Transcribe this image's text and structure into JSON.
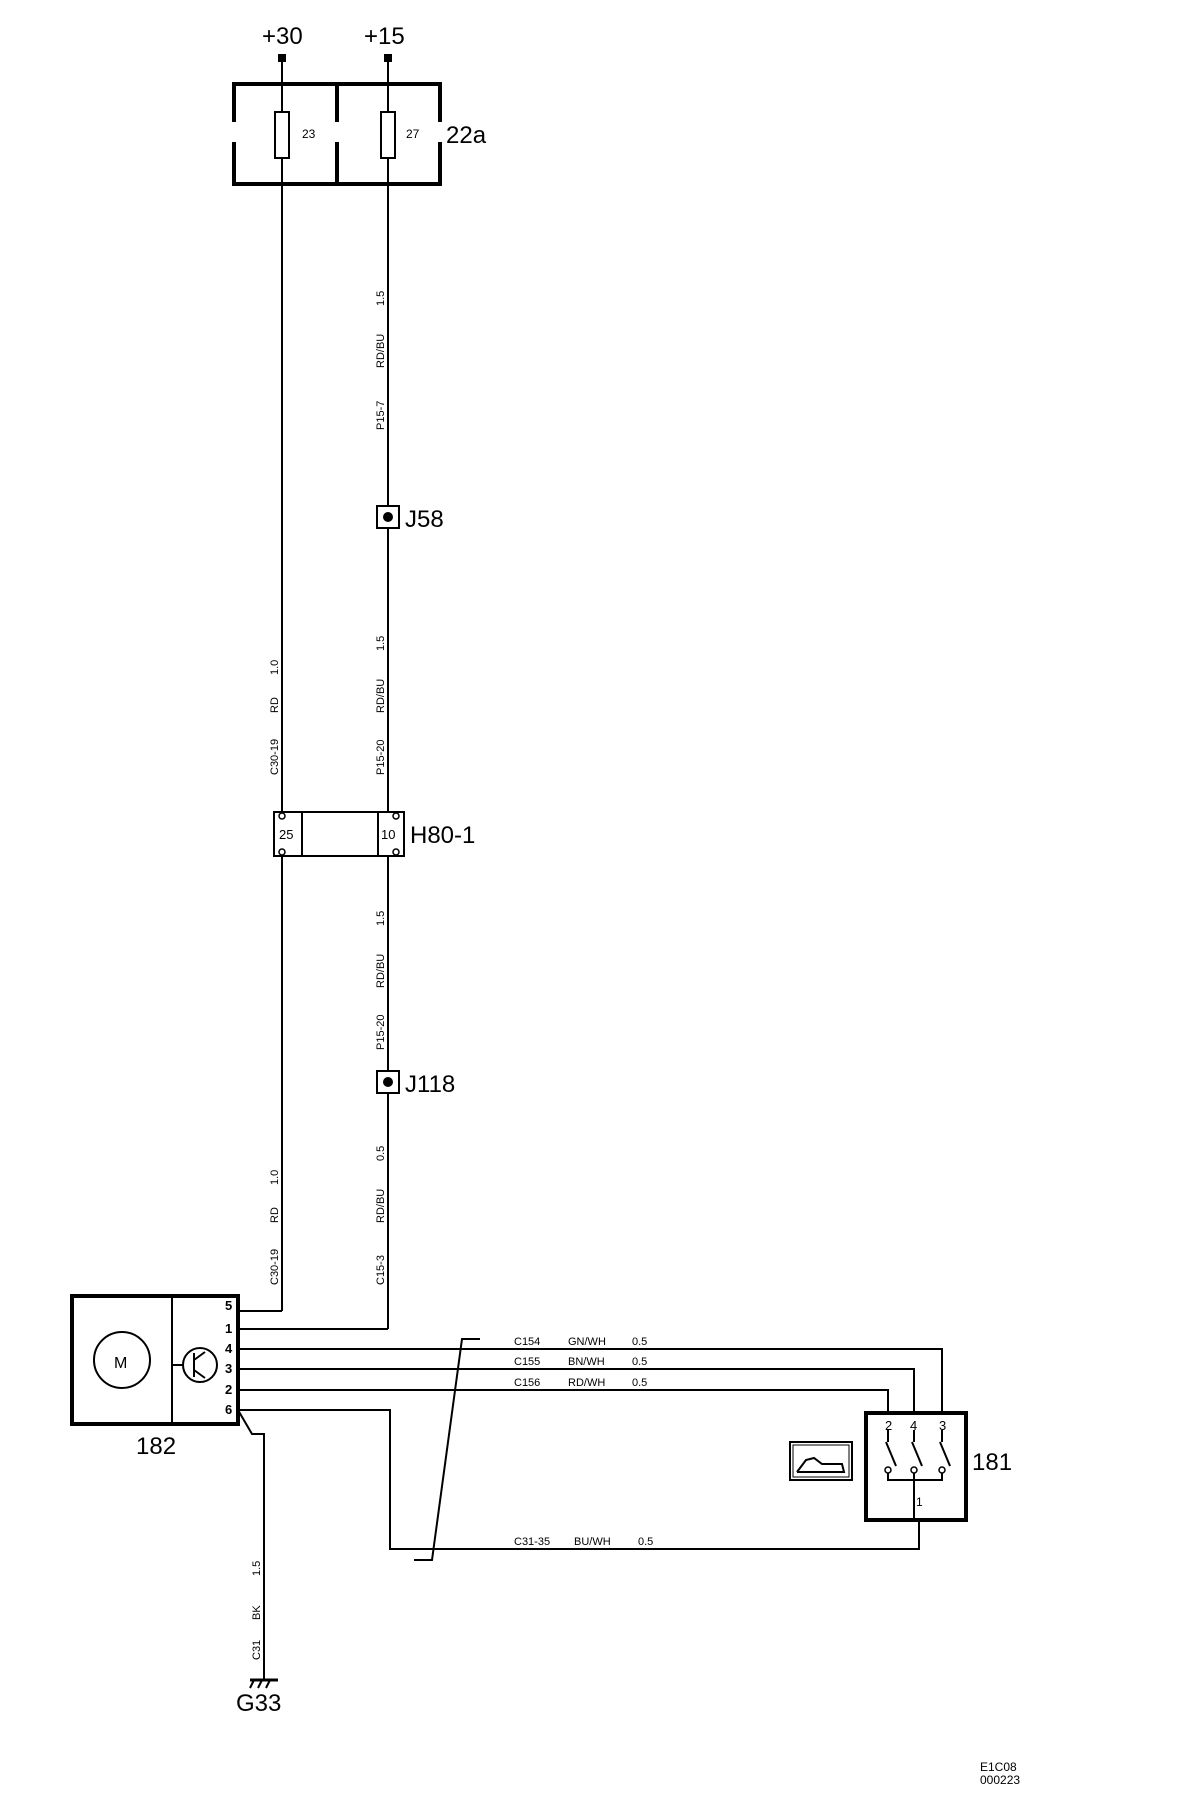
{
  "supplies": {
    "plus30": "+30",
    "plus15": "+15"
  },
  "fuse_box": {
    "id": "22a",
    "fuse_a": "23",
    "fuse_b": "27"
  },
  "junctions": {
    "j58": "J58",
    "j118": "J118"
  },
  "connector_h80": {
    "id": "H80-1",
    "pin_left": "25",
    "pin_right": "10"
  },
  "wires": {
    "p15_7": {
      "circuit": "P15-7",
      "color": "RD/BU",
      "size": "1.5"
    },
    "p15_20a": {
      "circuit": "P15-20",
      "color": "RD/BU",
      "size": "1.5"
    },
    "c30_19a": {
      "circuit": "C30-19",
      "color": "RD",
      "size": "1.0"
    },
    "p15_20b": {
      "circuit": "P15-20",
      "color": "RD/BU",
      "size": "1.5"
    },
    "c30_19b": {
      "circuit": "C30-19",
      "color": "RD",
      "size": "1.0"
    },
    "c15_3": {
      "circuit": "C15-3",
      "color": "RD/BU",
      "size": "0.5"
    },
    "c154": {
      "circuit": "C154",
      "color": "GN/WH",
      "size": "0.5"
    },
    "c155": {
      "circuit": "C155",
      "color": "BN/WH",
      "size": "0.5"
    },
    "c156": {
      "circuit": "C156",
      "color": "RD/WH",
      "size": "0.5"
    },
    "c31_35": {
      "circuit": "C31-35",
      "color": "BU/WH",
      "size": "0.5"
    },
    "c31": {
      "circuit": "C31",
      "color": "BK",
      "size": "1.5"
    }
  },
  "motor_unit": {
    "id": "182",
    "motor_symbol": "M",
    "pins": [
      "5",
      "1",
      "4",
      "3",
      "2",
      "6"
    ]
  },
  "switch_unit": {
    "id": "181",
    "top_pins": [
      "2",
      "4",
      "3"
    ],
    "bottom_pin": "1"
  },
  "ground": {
    "id": "G33"
  },
  "doc_code": {
    "line1": "E1C08",
    "line2": "000223"
  }
}
